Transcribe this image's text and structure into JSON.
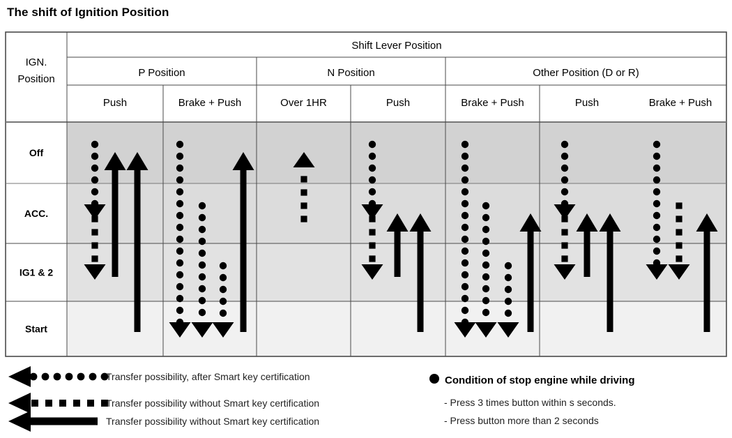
{
  "title": "The shift of Ignition Position",
  "table": {
    "corner_label": "IGN.\nPosition",
    "corner_label_line1": "IGN.",
    "corner_label_line2": "Position",
    "top_header": "Shift Lever Position",
    "groups": [
      {
        "label": "P Position",
        "colspan": 3
      },
      {
        "label": "N Position",
        "colspan": 2
      },
      {
        "label": "Other Position (D or R)",
        "colspan": 2
      }
    ],
    "columns": [
      "Push",
      "Brake + Push",
      "Over 1HR",
      "Push",
      "Brake + Push",
      "Push",
      "Brake + Push"
    ],
    "rows": [
      "Off",
      "ACC.",
      "IG1 & 2",
      "Start"
    ],
    "row_fills": [
      "#d2d2d2",
      "#dcdcdc",
      "#e2e2e2",
      "#f1f1f1"
    ]
  },
  "chart_data": {
    "type": "diagram",
    "title": "The shift of Ignition Position",
    "x_categories": [
      "P Position / Push",
      "P Position / Brake + Push",
      "P Position / Over 1HR",
      "N Position / Push",
      "N Position / Brake + Push",
      "Other Position (D or R) / Push",
      "Other Position (D or R) / Brake + Push"
    ],
    "y_categories": [
      "Off",
      "ACC.",
      "IG1 & 2",
      "Start"
    ],
    "arrow_styles": {
      "dotted": "Transfer possibility, after Smart key certification",
      "dashed": "Transfer possibility without Smart key certification",
      "solid": "Transfer possibility without Smart key certification"
    },
    "transitions": [
      {
        "column": 0,
        "style": "dotted",
        "from": "Off",
        "to": "ACC.",
        "dir": "down"
      },
      {
        "column": 0,
        "style": "dashed",
        "from": "ACC.",
        "to": "IG1 & 2",
        "dir": "down"
      },
      {
        "column": 0,
        "style": "solid",
        "from": "IG1 & 2",
        "to": "Off",
        "dir": "up"
      },
      {
        "column": 0,
        "style": "solid",
        "from": "Start",
        "to": "Off",
        "dir": "up"
      },
      {
        "column": 1,
        "style": "dotted",
        "from": "Off",
        "to": "Start",
        "dir": "down"
      },
      {
        "column": 1,
        "style": "dotted",
        "from": "ACC.",
        "to": "Start",
        "dir": "down"
      },
      {
        "column": 1,
        "style": "dotted",
        "from": "IG1 & 2",
        "to": "Start",
        "dir": "down"
      },
      {
        "column": 1,
        "style": "solid",
        "from": "Start",
        "to": "Off",
        "dir": "up"
      },
      {
        "column": 2,
        "style": "dashed",
        "from": "ACC.",
        "to": "Off",
        "dir": "up"
      },
      {
        "column": 3,
        "style": "dotted",
        "from": "Off",
        "to": "ACC.",
        "dir": "down"
      },
      {
        "column": 3,
        "style": "dashed",
        "from": "ACC.",
        "to": "IG1 & 2",
        "dir": "down"
      },
      {
        "column": 3,
        "style": "solid",
        "from": "IG1 & 2",
        "to": "ACC.",
        "dir": "up"
      },
      {
        "column": 3,
        "style": "solid",
        "from": "Start",
        "to": "ACC.",
        "dir": "up"
      },
      {
        "column": 4,
        "style": "dotted",
        "from": "Off",
        "to": "Start",
        "dir": "down"
      },
      {
        "column": 4,
        "style": "dotted",
        "from": "ACC.",
        "to": "Start",
        "dir": "down"
      },
      {
        "column": 4,
        "style": "dotted",
        "from": "IG1 & 2",
        "to": "Start",
        "dir": "down"
      },
      {
        "column": 4,
        "style": "solid",
        "from": "Start",
        "to": "ACC.",
        "dir": "up"
      },
      {
        "column": 5,
        "style": "dotted",
        "from": "Off",
        "to": "ACC.",
        "dir": "down"
      },
      {
        "column": 5,
        "style": "dashed",
        "from": "ACC.",
        "to": "IG1 & 2",
        "dir": "down"
      },
      {
        "column": 5,
        "style": "solid",
        "from": "IG1 & 2",
        "to": "ACC.",
        "dir": "up"
      },
      {
        "column": 5,
        "style": "solid",
        "from": "Start",
        "to": "ACC.",
        "dir": "up"
      },
      {
        "column": 6,
        "style": "dotted",
        "from": "Off",
        "to": "IG1 & 2",
        "dir": "down"
      },
      {
        "column": 6,
        "style": "dashed",
        "from": "ACC.",
        "to": "IG1 & 2",
        "dir": "down"
      },
      {
        "column": 6,
        "style": "solid",
        "from": "Start",
        "to": "ACC.",
        "dir": "up"
      }
    ]
  },
  "legend": {
    "items": [
      {
        "style": "dotted",
        "text": "Transfer possibility, after Smart key certification"
      },
      {
        "style": "dashed",
        "text": "Transfer possibility without Smart key certification"
      },
      {
        "style": "solid",
        "text": "Transfer possibility without Smart key certification"
      }
    ],
    "note": {
      "bullet": "●",
      "heading": "Condition of stop engine while driving",
      "lines": [
        "- Press 3 times button within s seconds.",
        "- Press button more than 2 seconds"
      ]
    }
  },
  "colors": {
    "border": "#4a4a4a",
    "ink": "#000000",
    "row_off": "#d2d2d2",
    "row_acc": "#dcdcdc",
    "row_ig": "#e2e2e2",
    "row_start": "#f1f1f1"
  }
}
